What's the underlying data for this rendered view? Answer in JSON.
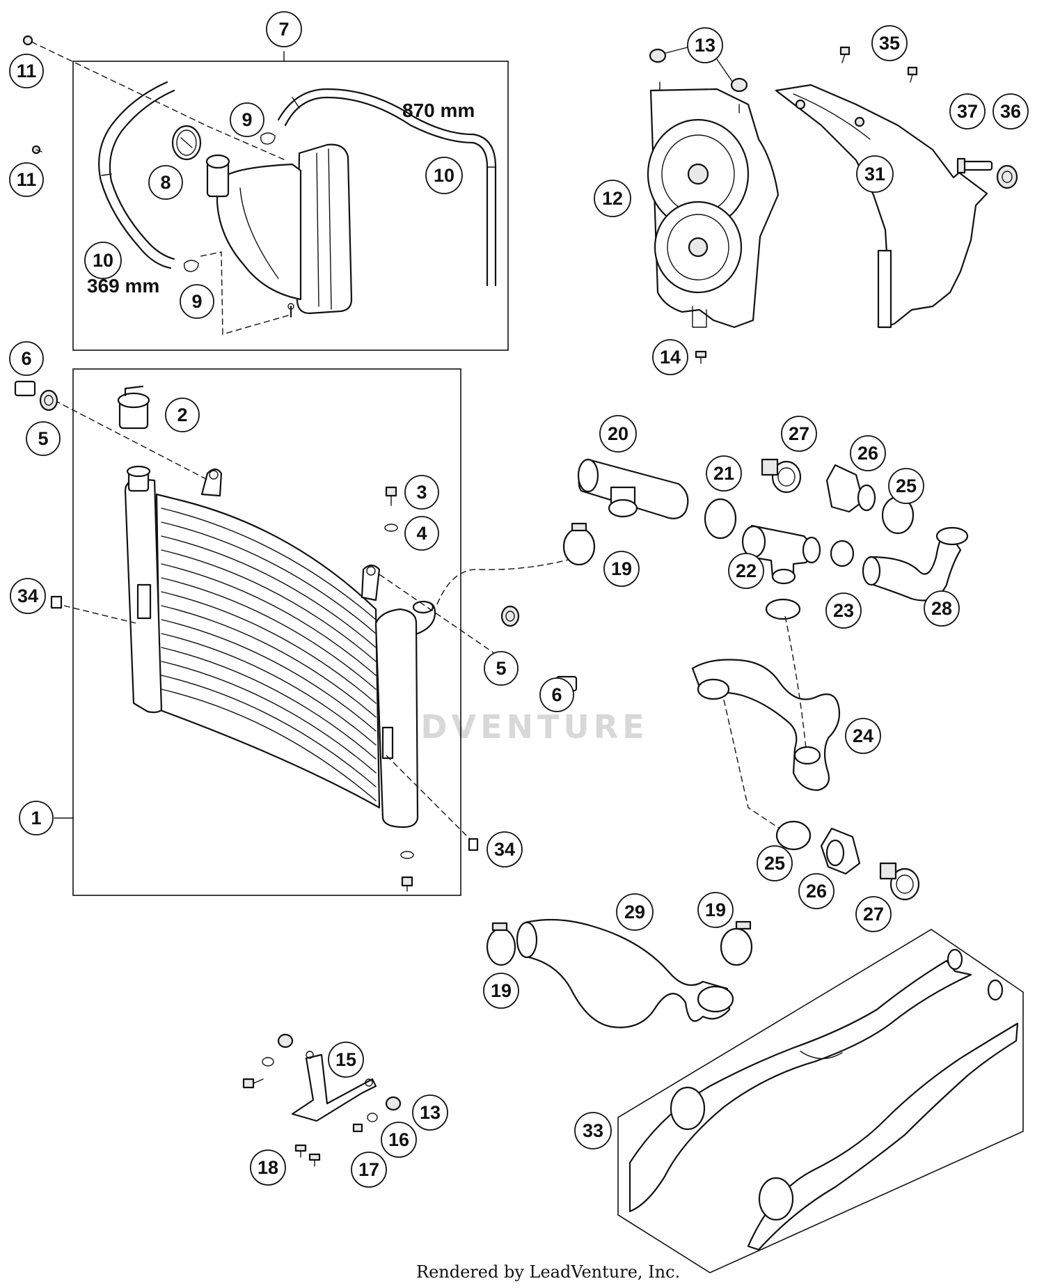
{
  "diagram": {
    "measurements": {
      "hose_long": "870 mm",
      "hose_short": "369 mm"
    },
    "watermark": "LEADVENTURE",
    "footer": "Rendered by LeadVenture, Inc.",
    "callouts": {
      "c1": "1",
      "c2": "2",
      "c3": "3",
      "c4": "4",
      "c5a": "5",
      "c5b": "5",
      "c6a": "6",
      "c6b": "6",
      "c7": "7",
      "c8": "8",
      "c9a": "9",
      "c9b": "9",
      "c10a": "10",
      "c10b": "10",
      "c11a": "11",
      "c11b": "11",
      "c12": "12",
      "c13a": "13",
      "c13b": "13",
      "c14": "14",
      "c15": "15",
      "c16": "16",
      "c17": "17",
      "c18": "18",
      "c19a": "19",
      "c19b": "19",
      "c19c": "19",
      "c20": "20",
      "c21": "21",
      "c22": "22",
      "c23": "23",
      "c24": "24",
      "c25a": "25",
      "c25b": "25",
      "c26a": "26",
      "c26b": "26",
      "c27a": "27",
      "c27b": "27",
      "c28": "28",
      "c29": "29",
      "c31": "31",
      "c33": "33",
      "c34a": "34",
      "c34b": "34",
      "c35": "35",
      "c36": "36",
      "c37": "37"
    }
  }
}
